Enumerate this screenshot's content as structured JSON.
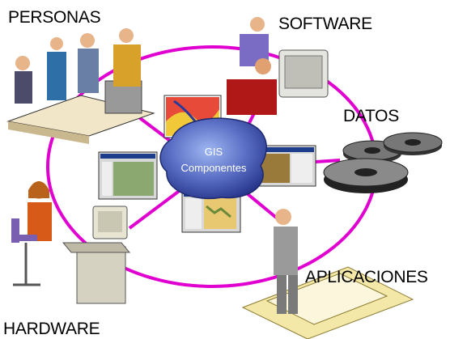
{
  "center": {
    "line1": "GIS",
    "line2": "Componentes"
  },
  "labels": {
    "personas": "PERSONAS",
    "software": "SOFTWARE",
    "datos": "DATOS",
    "hardware": "HARDWARE",
    "aplicaciones": "APLICACIONES"
  },
  "colors": {
    "ring": "#e000d0",
    "center_blob": "#5a6fc4"
  }
}
